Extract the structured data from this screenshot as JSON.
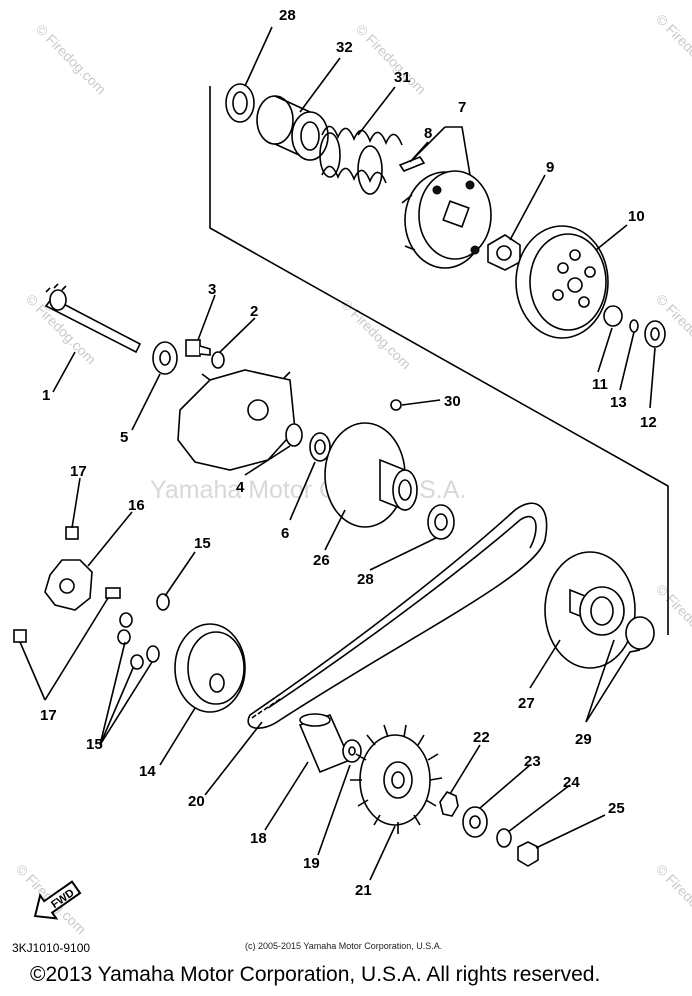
{
  "diagram": {
    "part_code": "3KJ1010-9100",
    "small_copyright": "(c) 2005-2015 Yamaha Motor Corporation, U.S.A.",
    "footer": "©2013 Yamaha Motor Corporation, U.S.A. All rights reserved.",
    "watermark_center": "Yamaha Motor Corp., U.S.A.",
    "watermark_brand": "© Firedog.com",
    "fwd_label": "FWD",
    "callouts": {
      "c1": "1",
      "c2": "2",
      "c3": "3",
      "c4": "4",
      "c5": "5",
      "c6": "6",
      "c7": "7",
      "c8": "8",
      "c9": "9",
      "c10": "10",
      "c11": "11",
      "c12": "12",
      "c13": "13",
      "c14": "14",
      "c15a": "15",
      "c15b": "15",
      "c16": "16",
      "c17a": "17",
      "c17b": "17",
      "c18": "18",
      "c19": "19",
      "c20": "20",
      "c21": "21",
      "c22": "22",
      "c23": "23",
      "c24": "24",
      "c25": "25",
      "c26": "26",
      "c27": "27",
      "c28a": "28",
      "c28b": "28",
      "c29": "29",
      "c30": "30",
      "c31": "31",
      "c32": "32"
    }
  }
}
